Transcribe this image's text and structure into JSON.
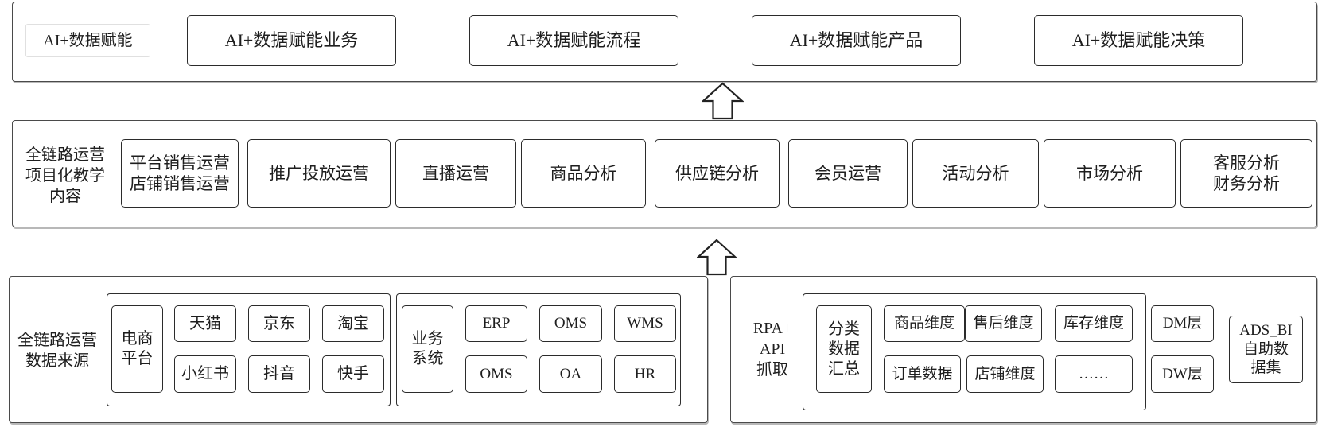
{
  "top": {
    "label": "AI+数据赋能",
    "items": [
      "AI+数据赋能业务",
      "AI+数据赋能流程",
      "AI+数据赋能产品",
      "AI+数据赋能决策"
    ]
  },
  "middle": {
    "label": [
      "全链路运营",
      "项目化教学",
      "内容"
    ],
    "items": [
      [
        "平台销售运营",
        "店铺销售运营"
      ],
      [
        "推广投放运营"
      ],
      [
        "直播运营"
      ],
      [
        "商品分析"
      ],
      [
        "供应链分析"
      ],
      [
        "会员运营"
      ],
      [
        "活动分析"
      ],
      [
        "市场分析"
      ],
      [
        "客服分析",
        "财务分析"
      ]
    ]
  },
  "bottom_left": {
    "label": [
      "全链路运营",
      "数据来源"
    ],
    "ecommerce": {
      "title": [
        "电商",
        "平台"
      ],
      "items": [
        "天猫",
        "京东",
        "淘宝",
        "小红书",
        "抖音",
        "快手"
      ]
    },
    "business": {
      "title": [
        "业务",
        "系统"
      ],
      "items": [
        "ERP",
        "OMS",
        "WMS",
        "OMS",
        "OA",
        "HR"
      ]
    }
  },
  "bottom_right": {
    "label": [
      "RPA+",
      "API",
      "抓取"
    ],
    "summary": {
      "title": [
        "分类",
        "数据",
        "汇总"
      ],
      "items": [
        "商品维度",
        "售后维度",
        "库存维度",
        "订单数据",
        "店铺维度",
        "……"
      ]
    },
    "layers": [
      "DM层",
      "DW层"
    ],
    "ads": [
      "ADS_BI",
      "自助数",
      "据集"
    ]
  }
}
